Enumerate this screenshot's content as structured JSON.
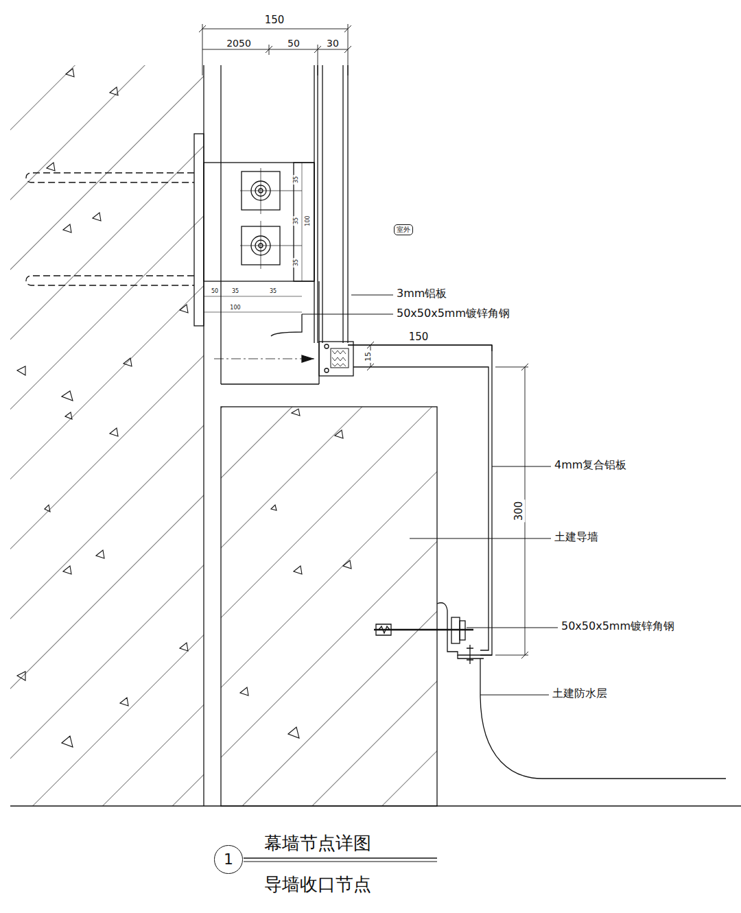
{
  "diagram": {
    "title": "幕墙节点详图",
    "caption": "导墙收口节点",
    "nodes": [
      {
        "text": [
          "室外"
        ]
      },
      {
        "text": [
          "1"
        ]
      }
    ],
    "labels": [
      "150",
      "2050",
      "50",
      "30",
      "35",
      "35",
      "100",
      "35",
      "50",
      "35",
      "35",
      "100",
      "3mm铝板",
      "50x50x5mm镀锌角钢",
      "150",
      "15",
      "4mm复合铝板",
      "300",
      "土建导墙",
      "50x50x5mm镀锌角钢",
      "土建防水层"
    ]
  }
}
